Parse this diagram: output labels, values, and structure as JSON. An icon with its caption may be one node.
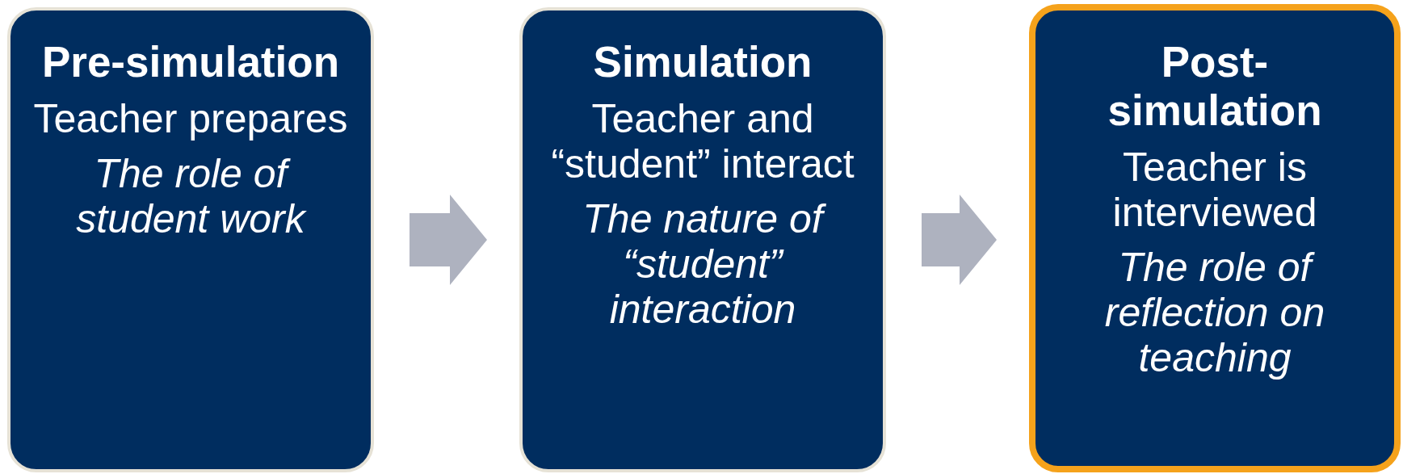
{
  "diagram": {
    "nodes": [
      {
        "text": [
          "Pre-simulation",
          "Teacher prepares",
          "The role of student work"
        ]
      },
      {
        "text": [
          "Simulation",
          "Teacher and “student” interact",
          "The nature of “student” interaction"
        ]
      },
      {
        "text": [
          "Post-simulation",
          "Teacher is interviewed",
          "The role of reflection on teaching"
        ]
      }
    ],
    "edges": [
      {
        "from": 0,
        "to": 1,
        "arrow": "to"
      },
      {
        "from": 1,
        "to": 2,
        "arrow": "to"
      }
    ]
  }
}
